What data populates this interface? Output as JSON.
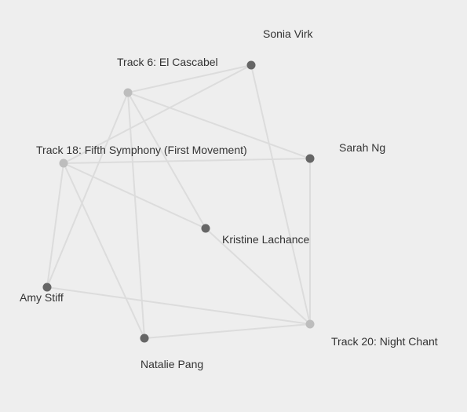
{
  "nodes": [
    {
      "id": "sonia",
      "label": "Sonia Virk",
      "kind": "person"
    },
    {
      "id": "track6",
      "label": "Track 6: El Cascabel",
      "kind": "track"
    },
    {
      "id": "sarah",
      "label": "Sarah Ng",
      "kind": "person"
    },
    {
      "id": "track18",
      "label": "Track 18: Fifth Symphony (First Movement)",
      "kind": "track"
    },
    {
      "id": "kristine",
      "label": "Kristine Lachance",
      "kind": "person"
    },
    {
      "id": "amy",
      "label": "Amy Stiff",
      "kind": "person"
    },
    {
      "id": "track20",
      "label": "Track 20: Night Chant",
      "kind": "track"
    },
    {
      "id": "natalie",
      "label": "Natalie Pang",
      "kind": "person"
    }
  ],
  "edges": [
    [
      "track6",
      "sonia"
    ],
    [
      "track6",
      "sarah"
    ],
    [
      "track6",
      "kristine"
    ],
    [
      "track6",
      "natalie"
    ],
    [
      "track6",
      "amy"
    ],
    [
      "track18",
      "sonia"
    ],
    [
      "track18",
      "sarah"
    ],
    [
      "track18",
      "kristine"
    ],
    [
      "track18",
      "natalie"
    ],
    [
      "track18",
      "amy"
    ],
    [
      "track20",
      "sonia"
    ],
    [
      "track20",
      "sarah"
    ],
    [
      "track20",
      "kristine"
    ],
    [
      "track20",
      "natalie"
    ],
    [
      "track20",
      "amy"
    ]
  ],
  "colors": {
    "person": "#666666",
    "track": "#bdbdbd",
    "edge": "#dcdcdc"
  }
}
